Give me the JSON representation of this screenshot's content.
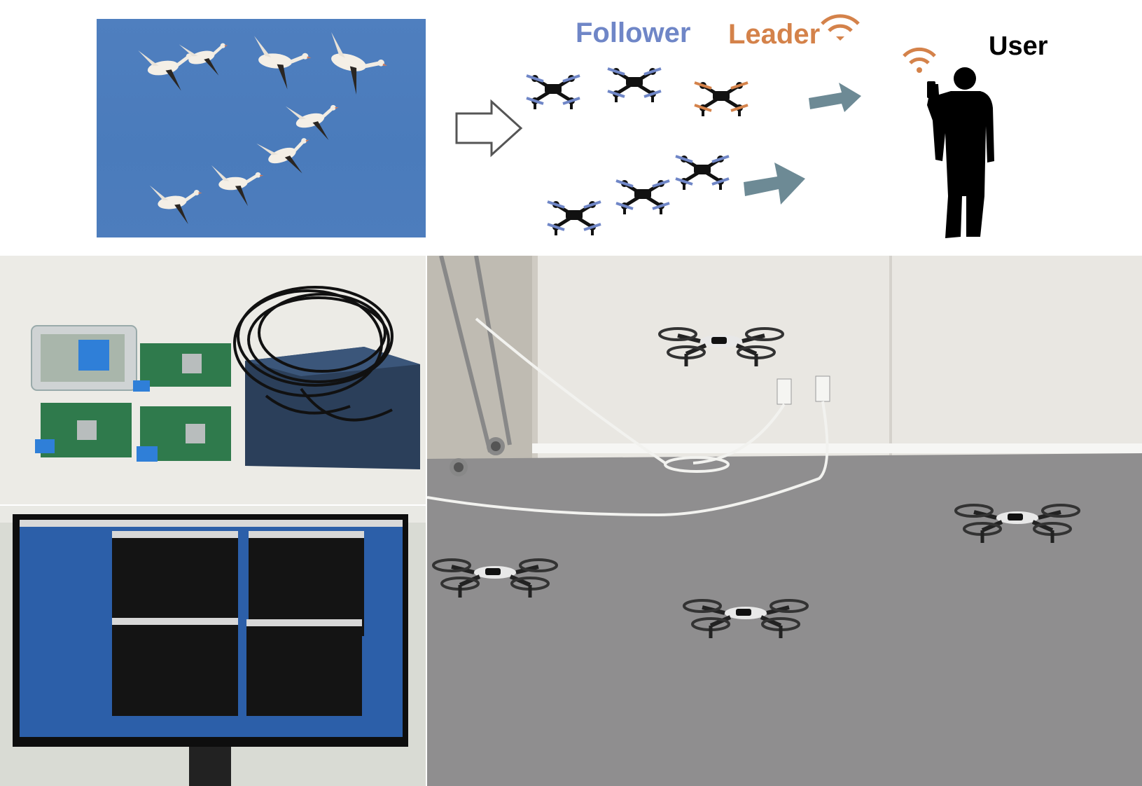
{
  "diagram": {
    "follower_label": "Follower",
    "leader_label": "Leader",
    "user_label": "User"
  },
  "colors": {
    "follower": "#6f86c7",
    "leader": "#d4824a",
    "arrow": "#6d8a95",
    "sky": "#4a7bbb"
  },
  "icons": {
    "transition_arrow": "hollow-right-arrow-icon",
    "motion_arrow": "right-arrow-icon",
    "signal": "wifi-icon",
    "drone": "quadcopter-icon",
    "user": "person-silhouette-icon"
  }
}
